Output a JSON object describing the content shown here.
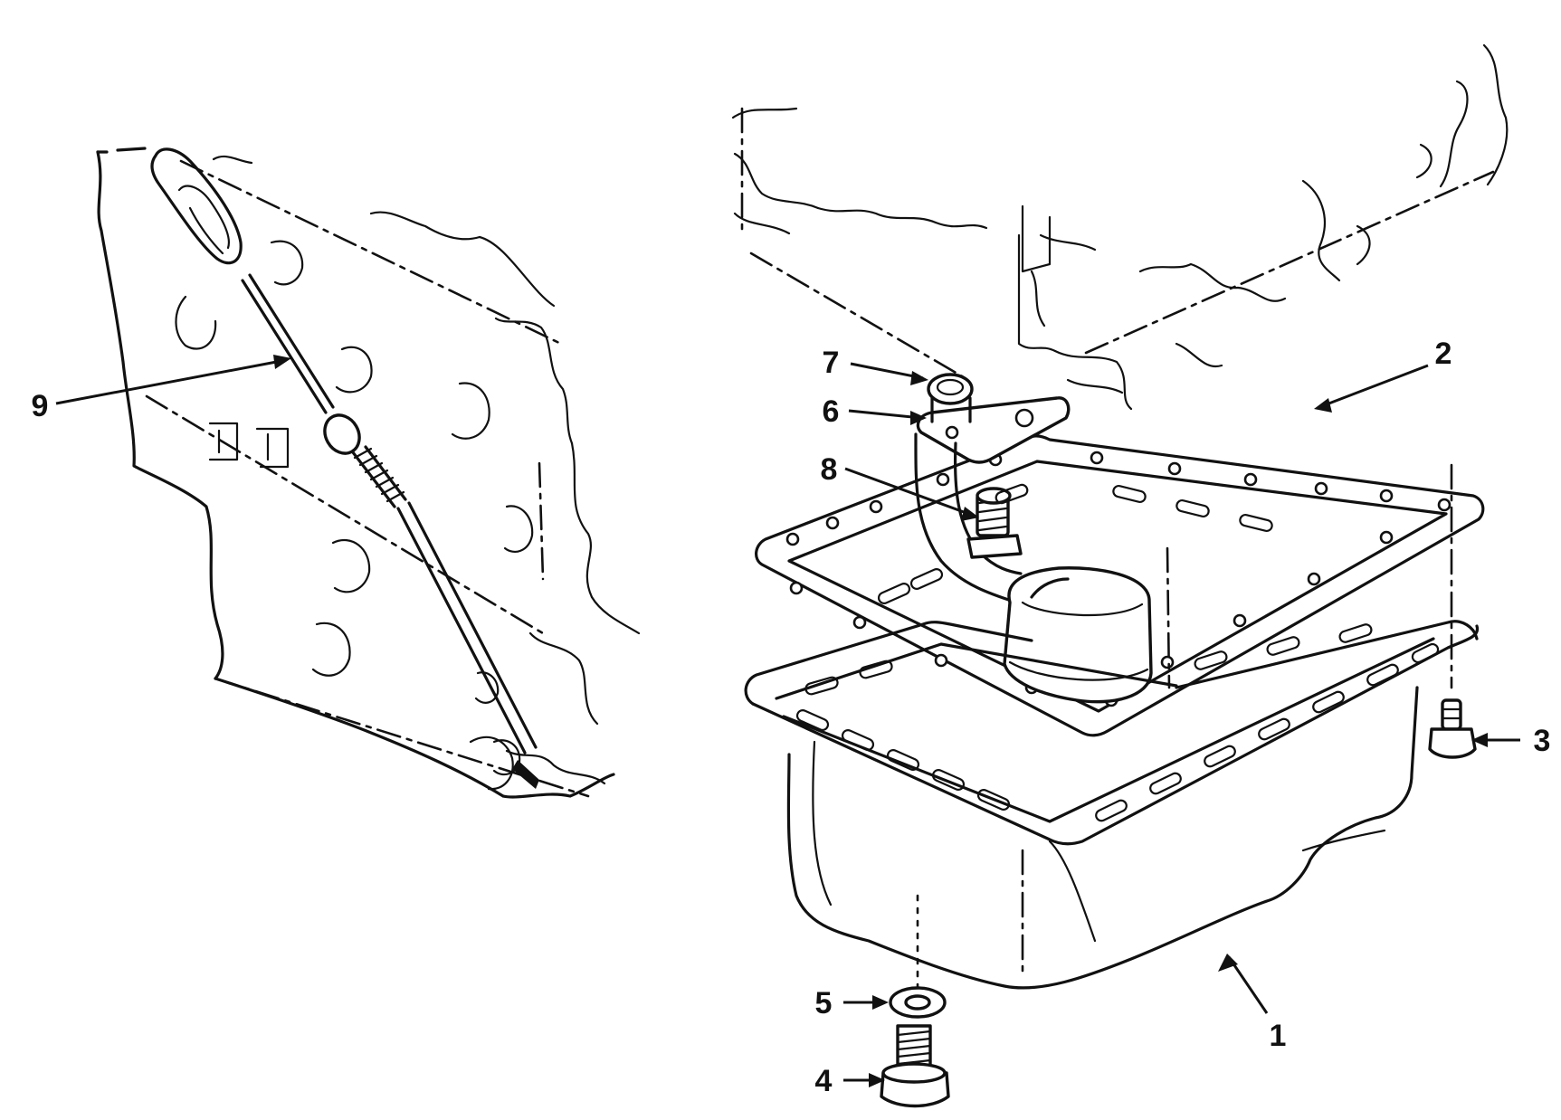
{
  "callouts": [
    {
      "id": "1",
      "label": "1",
      "part": "oil-pan"
    },
    {
      "id": "2",
      "label": "2",
      "part": "oil-pan-gasket"
    },
    {
      "id": "3",
      "label": "3",
      "part": "oil-pan-bolt"
    },
    {
      "id": "4",
      "label": "4",
      "part": "drain-plug"
    },
    {
      "id": "5",
      "label": "5",
      "part": "drain-plug-washer"
    },
    {
      "id": "6",
      "label": "6",
      "part": "oil-pickup-tube"
    },
    {
      "id": "7",
      "label": "7",
      "part": "pickup-tube-o-ring"
    },
    {
      "id": "8",
      "label": "8",
      "part": "pickup-tube-bolt"
    },
    {
      "id": "9",
      "label": "9",
      "part": "dipstick"
    }
  ],
  "colors": {
    "ink": "#111111",
    "paper": "#ffffff"
  }
}
